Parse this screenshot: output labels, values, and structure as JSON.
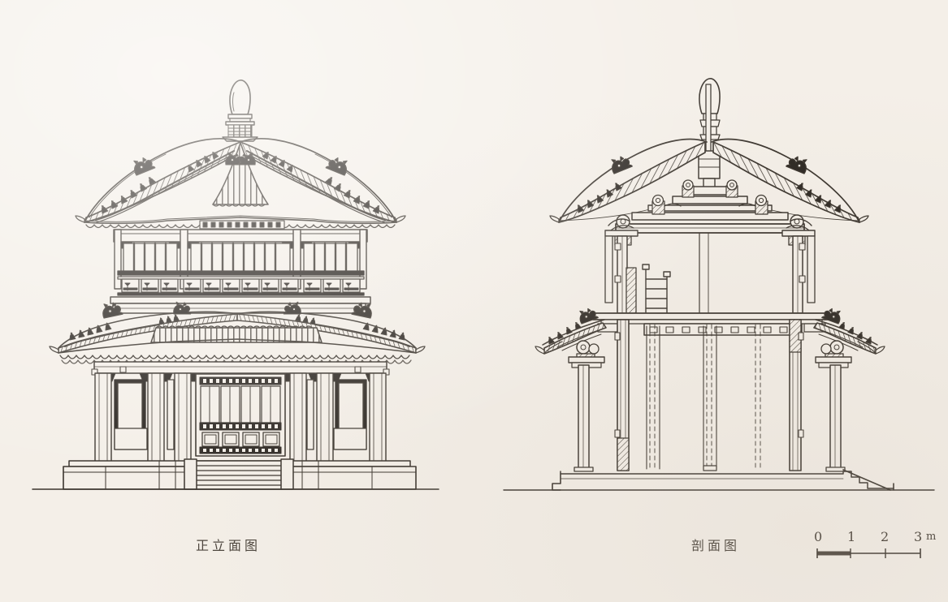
{
  "sheet": {
    "background_color": "#f4efe8",
    "ink_color": "#3b352e",
    "title_front": "正立面图",
    "title_section": "剖面图"
  },
  "scale_bar": {
    "unit_label": "m",
    "ticks": [
      "0",
      "1",
      "2",
      "3"
    ],
    "filled_segment_index": 0,
    "segments": 3
  },
  "drawings": [
    {
      "name": "front-elevation",
      "label": "正立面图",
      "description": "Two-storey Chinese timber pavilion, front elevation",
      "features": [
        "bulb-shaped roof finial on stepped base",
        "upper hipped tile roof with hatched tile courses",
        "four beast ridge ornaments (chiwen) with rows of roof-guardian figures",
        "upper storey latticed windows with vertical mullions",
        "upper storey balustrade with carved panels",
        "lower eave roof with circular tile-end drip course",
        "six round columns on stone bases",
        "central four-leaf panelled door with lattice upper light",
        "stone podium platform with five-step central stair"
      ]
    },
    {
      "name": "section",
      "label": "剖面图",
      "description": "Cross section through the same pavilion",
      "features": [
        "cut roof finial showing central mast",
        "exposed rafters and purlins of upper roof",
        "tie beams, king posts and camel-hump struts",
        "dougong bracket sets on column heads",
        "interior columns shown with hidden dashed lines",
        "upper floor joists with coffer squares",
        "timber ladder to upper floor",
        "lower eaves cut in section left and right",
        "masonry podium with stepped ramp at right"
      ]
    }
  ]
}
